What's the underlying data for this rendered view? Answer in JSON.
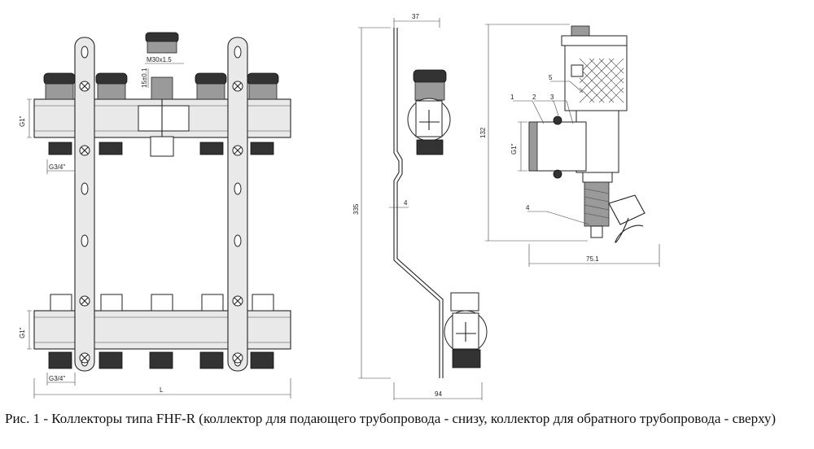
{
  "figure": {
    "caption": "Рис. 1 - Коллекторы типа FHF-R (коллектор для подающего трубопровода - снизу, коллектор для обратного трубопровода - сверху)"
  },
  "front_view": {
    "thread_top": "M30x1.5",
    "valve_height": "15±0.1",
    "port_top_left": "G1\"",
    "port_bottom_left": "G1\"",
    "outlet_top": "G3/4\"",
    "outlet_bottom": "G3/4\"",
    "length": "L"
  },
  "side_view": {
    "top_width": "37",
    "height": "335",
    "bracket_thickness": "4",
    "bottom_width": "94"
  },
  "detail_view": {
    "height": "132",
    "port": "G1\"",
    "width": "75.1",
    "callouts": [
      "1",
      "2",
      "3",
      "4",
      "5"
    ]
  }
}
